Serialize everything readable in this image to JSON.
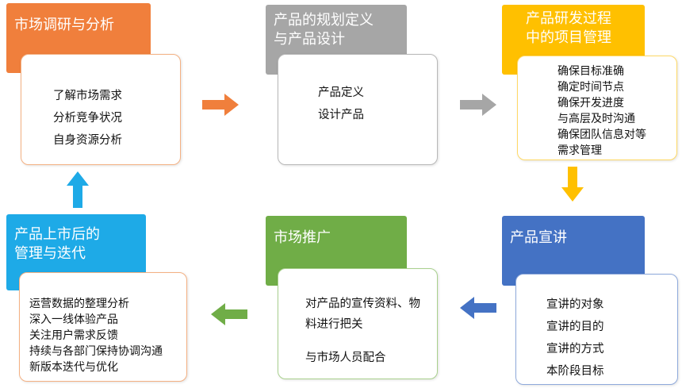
{
  "stages": [
    {
      "id": "market-research",
      "title": "市场调研与分析",
      "color": "#f07f3c",
      "items": [
        "了解市场需求",
        "分析竞争状况",
        "自身资源分析"
      ]
    },
    {
      "id": "product-planning",
      "title": "产品的规划定义\n与产品设计",
      "color": "#a6a6a6",
      "items": [
        "产品定义",
        "设计产品"
      ]
    },
    {
      "id": "dev-management",
      "title": "产品研发过程\n中的项目管理",
      "color": "#ffc000",
      "items": [
        "确保目标准确",
        "确定时间节点",
        "确保开发进度",
        "与高层及时沟通",
        "确保团队信息对等",
        "需求管理"
      ]
    },
    {
      "id": "product-briefing",
      "title": "产品宣讲",
      "color": "#4472c4",
      "items": [
        "宣讲的对象",
        "宣讲的目的",
        "宣讲的方式",
        "本阶段目标"
      ]
    },
    {
      "id": "market-promotion",
      "title": "市场推广",
      "color": "#70ad47",
      "items": [
        "对产品的宣传资料、物",
        "料进行把关",
        "与市场人员配合"
      ]
    },
    {
      "id": "post-launch",
      "title": "产品上市后的\n管理与迭代",
      "color": "#1eaae7",
      "items": [
        "运营数据的整理分析",
        "深入一线体验产品",
        "关注用户需求反馈",
        "持续与各部门保持协调沟通",
        "新版本迭代与优化"
      ]
    }
  ]
}
